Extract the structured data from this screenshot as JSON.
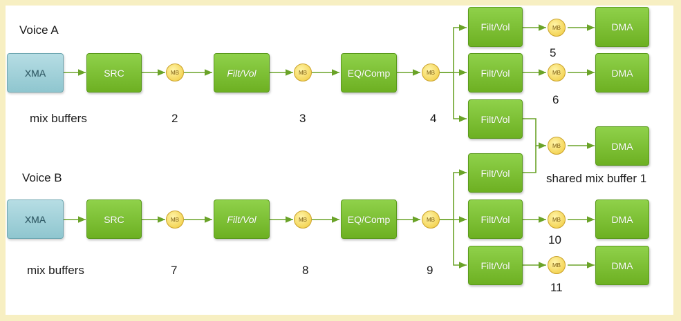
{
  "voice_a": {
    "title": "Voice A",
    "xma": "XMA",
    "src": "SRC",
    "filt": "Filt/Vol",
    "eq": "EQ/Comp",
    "mix_buffers_label": "mix buffers",
    "mb_labels": [
      "2",
      "3",
      "4"
    ],
    "outputs": [
      {
        "filt": "Filt/Vol",
        "dma": "DMA",
        "mb_num": "5"
      },
      {
        "filt": "Filt/Vol",
        "dma": "DMA",
        "mb_num": "6"
      },
      {
        "filt": "Filt/Vol"
      }
    ]
  },
  "voice_b": {
    "title": "Voice B",
    "xma": "XMA",
    "src": "SRC",
    "filt": "Filt/Vol",
    "eq": "EQ/Comp",
    "mix_buffers_label": "mix buffers",
    "mb_labels": [
      "7",
      "8",
      "9"
    ],
    "outputs": [
      {
        "filt": "Filt/Vol"
      },
      {
        "filt": "Filt/Vol",
        "dma": "DMA",
        "mb_num": "10"
      },
      {
        "filt": "Filt/Vol",
        "dma": "DMA",
        "mb_num": "11"
      }
    ]
  },
  "shared": {
    "dma": "DMA",
    "label": "shared mix buffer 1"
  },
  "mb_icon_text": "MB",
  "colors": {
    "green": "#7cc233",
    "blue": "#a6d4dc",
    "yellow": "#f4d04a",
    "line": "#6aa328",
    "frame": "#f7efc2"
  }
}
